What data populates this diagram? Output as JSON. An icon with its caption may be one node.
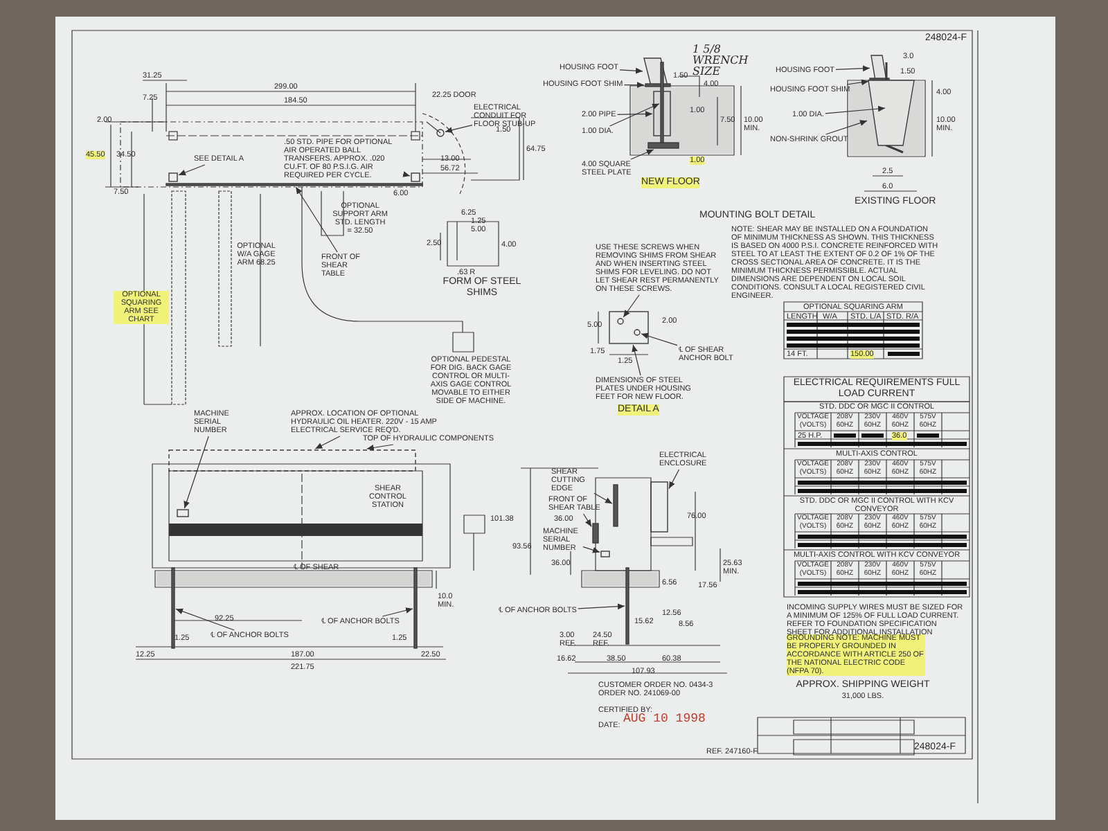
{
  "diagram": {
    "nodes": [
      {
        "text": [
          "SEE DETAIL A"
        ]
      },
      {
        "text": [
          ".50 STD. PIPE FOR OPTIONAL AIR OPERATED BALL TRANSFERS. APPROX. .020 CU.FT. OF 80 P.S.I.G. AIR REQUIRED PER CYCLE."
        ]
      },
      {
        "text": [
          "ELECTRICAL CONDUIT FOR FLOOR STUB-UP"
        ]
      },
      {
        "text": [
          "FRONT OF SHEAR TABLE"
        ]
      },
      {
        "text": [
          "USE THESE SCREWS WHEN REMOVING SHIMS FROM SHEAR AND WHEN INSERTING STEEL SHIMS FOR LEVELING. DO NOT LET SHEAR REST PERMANENTLY ON THESE SCREWS."
        ]
      },
      {
        "text": [
          "℄ OF SHEAR ANCHOR BOLT"
        ]
      },
      {
        "text": [
          "DIMENSIONS OF STEEL PLATES UNDER HOUSING FEET FOR NEW FLOOR."
        ]
      },
      {
        "text": [
          "HOUSING FOOT"
        ]
      },
      {
        "text": [
          "HOUSING FOOT SHIM"
        ]
      },
      {
        "text": [
          "2.00 PIPE"
        ]
      },
      {
        "text": [
          "1.00 DIA."
        ]
      },
      {
        "text": [
          "4.00 SQUARE STEEL PLATE"
        ]
      },
      {
        "text": [
          "HOUSING FOOT"
        ]
      },
      {
        "text": [
          "HOUSING FOOT SHIM"
        ]
      },
      {
        "text": [
          "1.00 DIA."
        ]
      },
      {
        "text": [
          "NON-SHRINK GROUT"
        ]
      },
      {
        "text": [
          "MACHINE SERIAL NUMBER"
        ]
      },
      {
        "text": [
          "APPROX. LOCATION OF OPTIONAL HYDRAULIC OIL HEATER. 220V - 15 AMP ELECTRICAL SERVICE REQ'D."
        ]
      },
      {
        "text": [
          "TOP OF HYDRAULIC COMPONENTS"
        ]
      },
      {
        "text": [
          "℄ OF ANCHOR BOLTS"
        ]
      },
      {
        "text": [
          "℄ OF ANCHOR BOLTS"
        ]
      },
      {
        "text": [
          "℄ OF ANCHOR BOLTS"
        ]
      },
      {
        "text": [
          "SHEAR CUTTING EDGE"
        ]
      },
      {
        "text": [
          "FRONT OF SHEAR TABLE"
        ]
      },
      {
        "text": [
          "MACHINE SERIAL NUMBER"
        ]
      },
      {
        "text": [
          "ELECTRICAL ENCLOSURE"
        ]
      },
      {
        "text": [],
        "shape": "box"
      },
      {
        "text": [],
        "shape": "box"
      },
      {
        "text": [],
        "shape": "circle"
      },
      {
        "text": [],
        "shape": "bar"
      },
      {
        "text": [],
        "shape": "box"
      },
      {
        "text": [],
        "shape": "circle",
        "in": 30
      },
      {
        "text": [],
        "shape": "circle",
        "in": 30
      },
      {
        "text": [],
        "shape": "box"
      },
      {
        "text": [],
        "shape": "bar"
      },
      {
        "text": [],
        "shape": "box"
      },
      {
        "text": [],
        "shape": "bar"
      },
      {
        "text": [],
        "shape": "bar"
      },
      {
        "text": [],
        "shape": "box"
      },
      {
        "text": [],
        "shape": "bar"
      },
      {
        "text": [],
        "shape": "bar"
      },
      {
        "text": [],
        "shape": "box"
      },
      {
        "text": [],
        "shape": "box"
      },
      {
        "text": [],
        "shape": "box"
      },
      {
        "text": [],
        "shape": "bar"
      },
      {
        "text": [],
        "shape": "bar"
      },
      {
        "text": [],
        "shape": "bar"
      },
      {
        "text": [],
        "shape": "bar"
      },
      {
        "text": [],
        "shape": "bar"
      },
      {
        "text": [],
        "shape": "box"
      },
      {
        "text": [],
        "shape": "box"
      }
    ],
    "edges": [
      {
        "from": 0,
        "to": 26,
        "arrow": "to"
      },
      {
        "from": 1,
        "to": 27,
        "arrow": "to"
      },
      {
        "from": 2,
        "to": 28,
        "arrow": "to"
      },
      {
        "from": 3,
        "to": 29,
        "arrow": "to"
      },
      {
        "from": 4,
        "to": 31,
        "arrow": "to"
      },
      {
        "from": 5,
        "to": 32,
        "arrow": "to"
      },
      {
        "from": 6,
        "to": 30,
        "arrow": "to"
      },
      {
        "from": 7,
        "to": 33,
        "arrow": "to"
      },
      {
        "from": 8,
        "to": 34,
        "arrow": "to"
      },
      {
        "from": 9,
        "to": 35,
        "arrow": "to"
      },
      {
        "from": 10,
        "to": 36,
        "arrow": "to"
      },
      {
        "from": 11,
        "to": 37,
        "arrow": "to"
      },
      {
        "from": 12,
        "to": 38,
        "arrow": "to"
      },
      {
        "from": 13,
        "to": 39,
        "arrow": "to"
      },
      {
        "from": 14,
        "to": 40,
        "arrow": "to"
      },
      {
        "from": 15,
        "to": 41,
        "arrow": "to"
      },
      {
        "from": 16,
        "to": 42,
        "arrow": "to"
      },
      {
        "from": 17,
        "to": 43,
        "arrow": "to"
      },
      {
        "from": 18,
        "to": 43,
        "arrow": "to"
      },
      {
        "from": 19,
        "to": 44,
        "arrow": "to"
      },
      {
        "from": 20,
        "to": 45,
        "arrow": "to"
      },
      {
        "from": 21,
        "to": 46,
        "arrow": "to"
      },
      {
        "from": 22,
        "to": 47,
        "arrow": "to"
      },
      {
        "from": 23,
        "to": 48,
        "arrow": "to"
      },
      {
        "from": 24,
        "to": 49,
        "arrow": "to"
      },
      {
        "from": 25,
        "to": 50,
        "arrow": "to"
      }
    ],
    "labels": [
      "31.25",
      "299.00",
      "7.25",
      "184.50",
      "22.25 DOOR",
      "2.00",
      "45.50",
      "34.50",
      "1.50",
      "64.75",
      "13.00",
      "6.00",
      "56.72",
      "7.50",
      "OPTIONAL SUPPORT ARM STD. LENGTH = 32.50",
      "OPTIONAL W/A GAGE ARM 68.25",
      "OPTIONAL SQUARING ARM SEE CHART",
      "6.25",
      "1.25",
      "5.00",
      "2.50",
      "4.00",
      ".63 R",
      "FORM OF STEEL SHIMS",
      "OPTIONAL PEDESTAL FOR DIG. BACK GAGE CONTROL OR MULTI-AXIS GAGE CONTROL MOVABLE TO EITHER SIDE OF MACHINE.",
      "1 5/8 WRENCH SIZE",
      "1.50",
      "4.00",
      "1.00",
      "7.50",
      "10.00 MIN.",
      "1.00",
      "NEW FLOOR",
      "3.0",
      "1.50",
      "4.00",
      "10.00 MIN.",
      "2.5",
      "6.0",
      "EXISTING FLOOR",
      "MOUNTING BOLT DETAIL",
      "NOTE: SHEAR MAY BE INSTALLED ON A FOUNDATION OF MINIMUM THICKNESS AS SHOWN. THIS THICKNESS IS BASED ON 4000 P.S.I. CONCRETE REINFORCED WITH STEEL TO AT LEAST THE EXTENT OF 0.2 OF 1% OF THE CROSS SECTIONAL AREA OF CONCRETE. IT IS THE MINIMUM THICKNESS PERMISSIBLE. ACTUAL DIMENSIONS ARE DEPENDENT ON LOCAL SOIL CONDITIONS. CONSULT A LOCAL REGISTERED CIVIL ENGINEER.",
      "5.00",
      "2.00",
      "1.75",
      "1.25",
      "DETAIL A",
      "OPTIONAL SQUARING ARM",
      "LENGTH",
      "W/A",
      "STD. L/A",
      "STD. R/A",
      "14 FT.",
      "150.00",
      "ELECTRICAL REQUIREMENTS FULL LOAD CURRENT",
      "STD. DDC OR MGC II CONTROL",
      "VOLTAGE (VOLTS)",
      "208V 60HZ",
      "230V 60HZ",
      "460V 60HZ",
      "575V 60HZ",
      "25 H.P.",
      "36.0",
      "MULTI-AXIS CONTROL",
      "VOLTAGE (VOLTS)",
      "208V 60HZ",
      "230V 60HZ",
      "460V 60HZ",
      "575V 60HZ",
      "STD. DDC OR MGC II CONTROL WITH KCV CONVEYOR",
      "VOLTAGE (VOLTS)",
      "208V 60HZ",
      "230V 60HZ",
      "460V 60HZ",
      "575V 60HZ",
      "MULTI-AXIS CONTROL WITH KCV CONVEYOR",
      "VOLTAGE (VOLTS)",
      "208V 60HZ",
      "230V 60HZ",
      "460V 60HZ",
      "575V 60HZ",
      "INCOMING SUPPLY WIRES MUST BE SIZED FOR A MINIMUM OF 125% OF FULL LOAD CURRENT. REFER TO FOUNDATION SPECIFICATION SHEET FOR ADDITIONAL INSTALLATION REQUIREMENTS.",
      "GROUNDING NOTE: MACHINE MUST BE PROPERLY GROUNDED IN ACCORDANCE WITH ARTICLE 250 OF THE NATIONAL ELECTRIC CODE (NFPA 70).",
      "APPROX. SHIPPING WEIGHT",
      "31,000 LBS.",
      "248024-F",
      "248024-F",
      "REF. 247160-F",
      "SHEAR CONTROL STATION",
      "℄ OF SHEAR",
      "10.0 MIN.",
      "92.25",
      "1.25",
      "1.25",
      "12.25",
      "187.00",
      "22.50",
      "221.75",
      "101.38",
      "93.56",
      "36.00",
      "36.00",
      "76.00",
      "25.63 MIN.",
      "17.56",
      "6.56",
      "12.56",
      "15.62",
      "8.56",
      "3.00 REF.",
      "24.50 REF.",
      "16.62",
      "38.50",
      "60.38",
      "107.93",
      "CUSTOMER ORDER NO. 0434-3 ORDER NO. 241069-00",
      "CERTIFIED BY:",
      "DATE:",
      "AUG 10 1998"
    ]
  }
}
